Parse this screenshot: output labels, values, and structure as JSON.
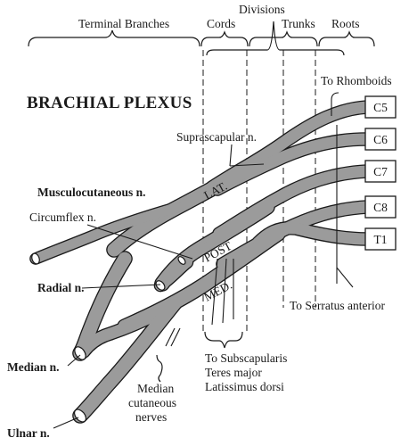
{
  "regions": {
    "terminal_branches": "Terminal Branches",
    "cords": "Cords",
    "divisions": "Divisions",
    "trunks": "Trunks",
    "roots": "Roots"
  },
  "title": "BRACHIAL PLEXUS",
  "roots": [
    "C5",
    "C6",
    "C7",
    "C8",
    "T1"
  ],
  "cord_labels": {
    "lat": "LAT.",
    "post": "POST",
    "med": "MED."
  },
  "labels": {
    "to_rhomboids": "To Rhomboids",
    "suprascapular": "Suprascapular n.",
    "musculocutaneous": "Musculocutaneous n.",
    "circumflex": "Circumflex n.",
    "radial": "Radial n.",
    "median": "Median n.",
    "ulnar": "Ulnar n.",
    "serratus": "To Serratus anterior",
    "subscap_1": "To Subscapularis",
    "subscap_2": "Teres major",
    "subscap_3": "Latissimus dorsi",
    "median_cut_1": "Median",
    "median_cut_2": "cutaneous",
    "median_cut_3": "nerves"
  },
  "colors": {
    "nerve": "#9b9b9b",
    "ink": "#1a1a1a"
  }
}
